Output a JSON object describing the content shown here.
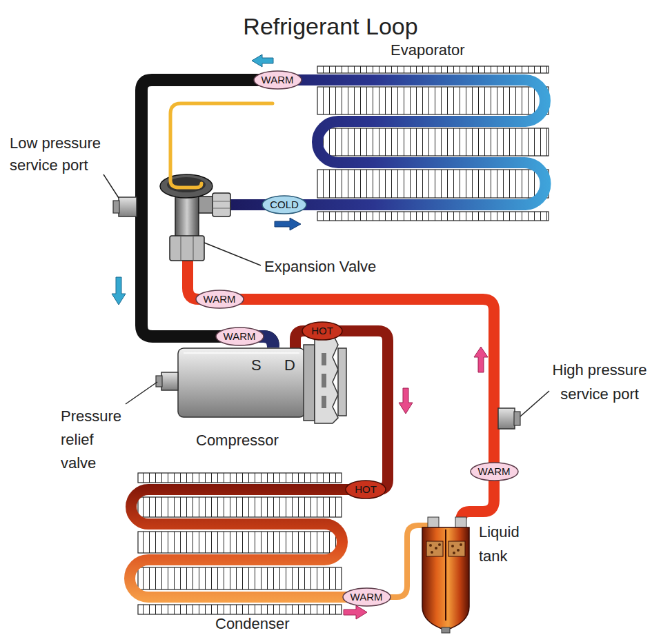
{
  "diagram": {
    "title": "Refrigerant Loop",
    "nodes": [
      {
        "text": [
          "WARM"
        ]
      },
      {
        "text": [
          "COLD"
        ]
      },
      {
        "text": [
          "WARM"
        ]
      },
      {
        "text": [
          "WARM"
        ]
      },
      {
        "text": [
          "HOT"
        ]
      },
      {
        "text": [
          "WARM"
        ]
      },
      {
        "text": [
          "HOT"
        ]
      },
      {
        "text": [
          "WARM"
        ]
      }
    ],
    "labels": [
      "Evaporator",
      "Low pressure service port",
      "Expansion Valve",
      "S",
      "D",
      "High pressure service port",
      "Pressure relief valve",
      "Compressor",
      "Liquid tank",
      "Condenser"
    ]
  }
}
